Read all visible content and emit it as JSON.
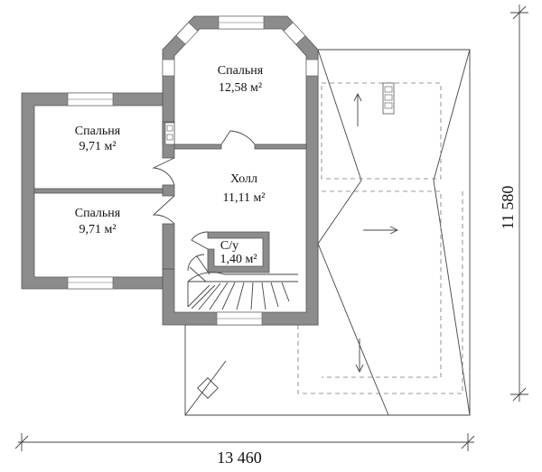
{
  "rooms": [
    {
      "id": "bedroom-top",
      "name": "Спальня",
      "area": "12,58 м²"
    },
    {
      "id": "bedroom-mid",
      "name": "Спальня",
      "area": "9,71 м²"
    },
    {
      "id": "bedroom-low",
      "name": "Спальня",
      "area": "9,71 м²"
    },
    {
      "id": "hall",
      "name": "Холл",
      "area": "11,11 м²"
    },
    {
      "id": "wc",
      "name": "С/у",
      "area": "1,40 м²"
    }
  ],
  "dimensions": {
    "width": "13 460",
    "height": "11 580"
  },
  "colors": {
    "wall": "#8c8c8c",
    "line": "#444444"
  }
}
